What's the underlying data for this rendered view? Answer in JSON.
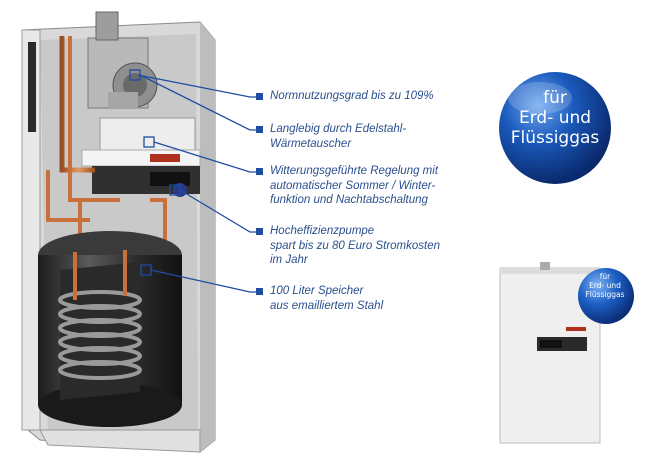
{
  "features": [
    {
      "text": "Normnutzungsgrad bis zu 109%"
    },
    {
      "text": "Langlebig durch Edelstahl-\nWärmetauscher"
    },
    {
      "text": "Witterungsgeführte Regelung mit\nautomatischer Sommer / Winter-\nfunktion und Nachtabschaltung"
    },
    {
      "text": "Hocheffizienzpumpe\nspart bis zu 80 Euro Stromkosten\nim Jahr"
    },
    {
      "text": "100 Liter Speicher\naus emailliertem Stahl"
    }
  ],
  "badge": {
    "line1": "für",
    "line2": "Erd- und",
    "line3": "Flüssiggas"
  },
  "small_badge": {
    "line1": "für",
    "line2": "Erd- und",
    "line3": "Flüssiggas"
  },
  "colors": {
    "accent": "#1e4da1",
    "text": "#2a4f8f",
    "pipe": "#c8713a",
    "badge": "#1a56b0"
  }
}
